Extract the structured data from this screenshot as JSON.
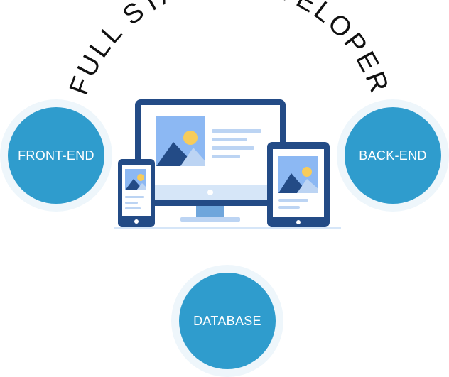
{
  "title": "FULL STACK DEVELOPER",
  "nodes": {
    "front": "FRONT-END",
    "back": "BACK-END",
    "database": "DATABASE"
  },
  "colors": {
    "circle": "#2f9ccd",
    "halo": "#eef6fb",
    "device_frame": "#234b86",
    "screen_bg": "#ffffff",
    "sky": "#8cb8f3",
    "mountain_dark": "#234b86",
    "mountain_light": "#bcd4f3",
    "sun": "#f7cc5b",
    "stand": "#6fa6dc",
    "bezel": "#d6e6f8"
  },
  "icons": [
    "monitor-icon",
    "tablet-icon",
    "phone-icon"
  ]
}
